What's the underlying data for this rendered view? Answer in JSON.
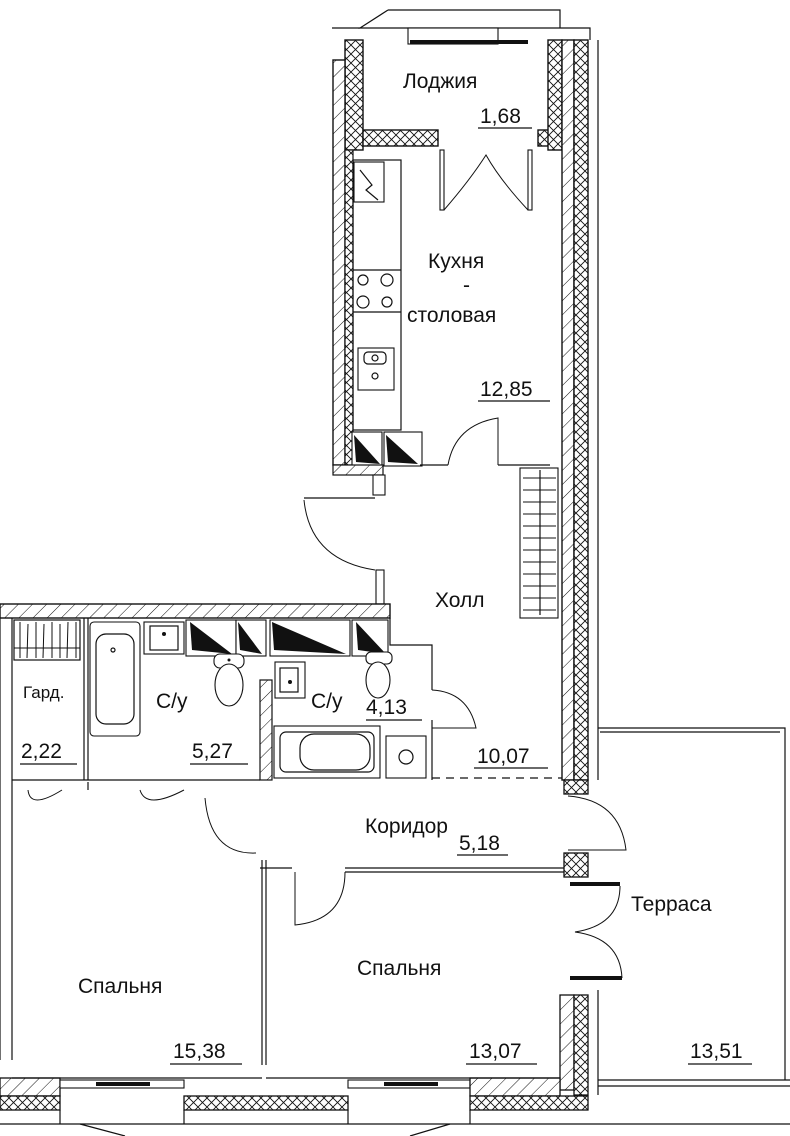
{
  "plan": {
    "units": "m²",
    "rooms": [
      {
        "id": "loggia",
        "name": "Лоджия",
        "area": "1,68"
      },
      {
        "id": "kitchen",
        "name_line1": "Кухня",
        "name_line2": "-",
        "name_line3": "столовая",
        "area": "12,85"
      },
      {
        "id": "hall",
        "name": "Холл",
        "area": "10,07"
      },
      {
        "id": "wardrobe",
        "name": "Гард.",
        "area": "2,22"
      },
      {
        "id": "bathroom1",
        "name": "С/у",
        "area": "5,27"
      },
      {
        "id": "bathroom2",
        "name": "С/у",
        "area": "4,13"
      },
      {
        "id": "corridor",
        "name": "Коридор",
        "area": "5,18"
      },
      {
        "id": "terrace",
        "name": "Терраса",
        "area": "13,51"
      },
      {
        "id": "bedroom1",
        "name": "Спальня",
        "area": "15,38"
      },
      {
        "id": "bedroom2",
        "name": "Спальня",
        "area": "13,07"
      }
    ]
  }
}
